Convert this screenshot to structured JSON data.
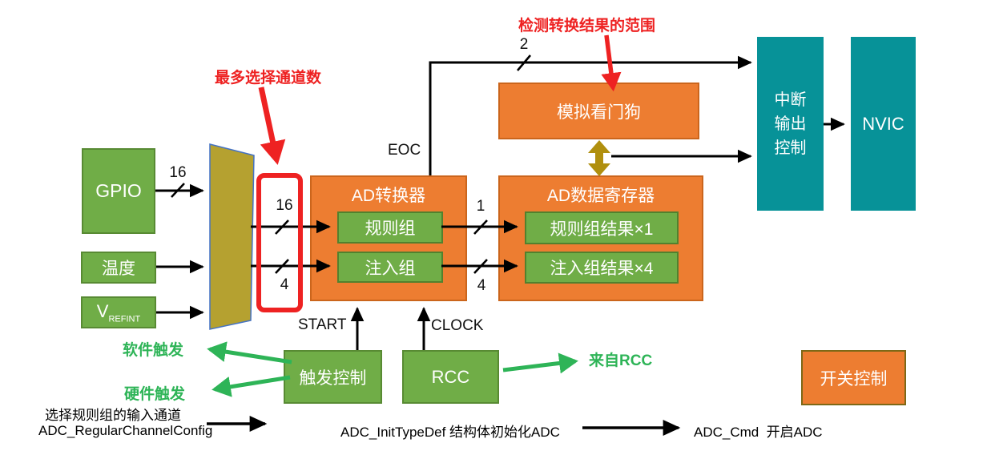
{
  "diagram": {
    "blocks": {
      "gpio": {
        "label": "GPIO"
      },
      "temperature": {
        "label": "温度"
      },
      "vrefint": {
        "main": "V",
        "sub": "REFINT"
      },
      "adc": {
        "title": "AD转换器",
        "regular": "规则组",
        "injected": "注入组"
      },
      "data_register": {
        "title": "AD数据寄存器",
        "regular_result": "规则组结果×1",
        "injected_result": "注入组结果×4"
      },
      "watchdog": {
        "label": "模拟看门狗"
      },
      "interrupt_output": {
        "lines": [
          "中断",
          "输出",
          "控制"
        ]
      },
      "nvic": {
        "label": "NVIC"
      },
      "trigger_control": {
        "label": "触发控制"
      },
      "rcc": {
        "label": "RCC"
      },
      "switch_control": {
        "label": "开关控制"
      }
    },
    "signal_labels": {
      "eoc": "EOC",
      "start": "START",
      "clock": "CLOCK",
      "bus_gpio": "16",
      "bus_regular_in": "16",
      "bus_injected_in": "4",
      "bus_regular_out": "1",
      "bus_injected_out": "4",
      "bus_interrupt": "2"
    },
    "annotations": {
      "max_channels": "最多选择通道数",
      "watchdog_note": "检测转换结果的范围",
      "software_trigger": "软件触发",
      "hardware_trigger": "硬件触发",
      "from_rcc": "来自RCC"
    },
    "captions": {
      "select_channel_line1": "选择规则组的输入通道",
      "select_channel_line2": "ADC_RegularChannelConfig",
      "init_adc": "ADC_InitTypeDef 结构体初始化ADC",
      "cmd_adc": "ADC_Cmd  开启ADC"
    },
    "colors": {
      "block_green": "#70AD47",
      "block_orange": "#ED7D31",
      "block_teal": "#079298",
      "mux_gold": "#B5A130",
      "mux_border_blue": "#4472C4",
      "double_arrow_gold": "#B08F0E",
      "annotation_red": "#EE2222",
      "annotation_green": "#2EB457",
      "wire_black": "#000000"
    }
  }
}
